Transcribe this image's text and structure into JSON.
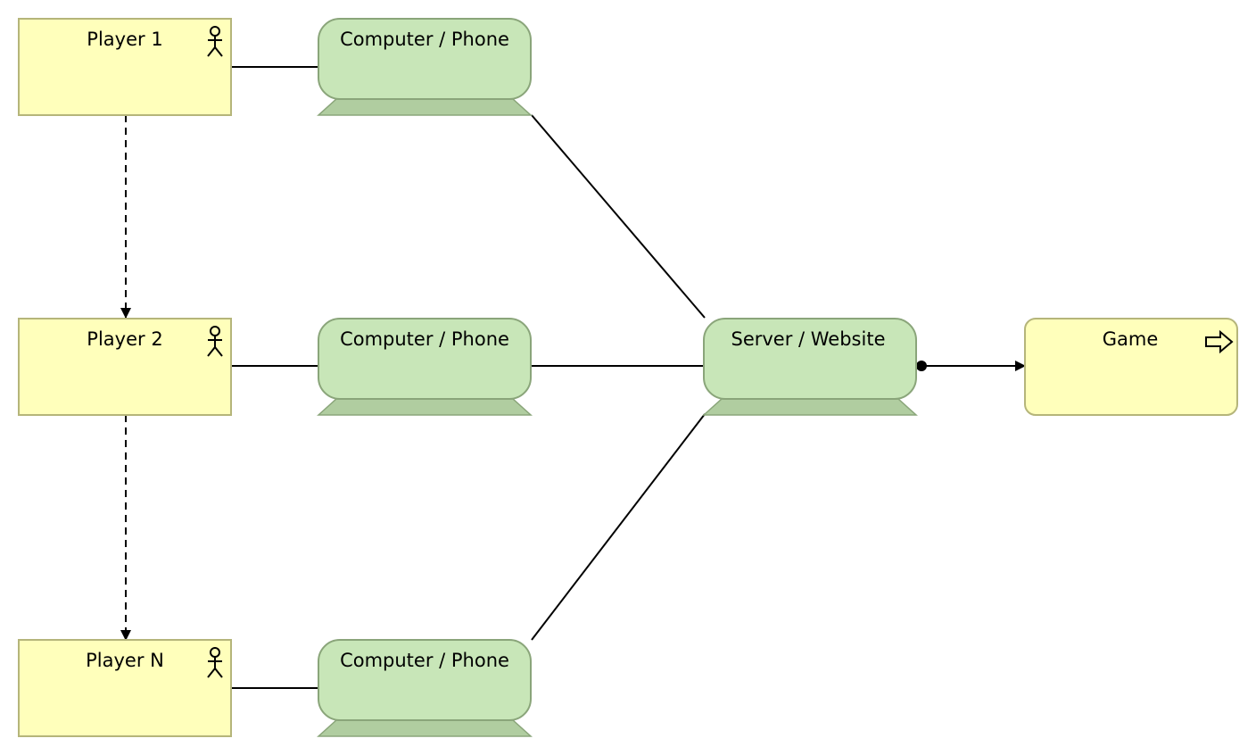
{
  "actors": [
    {
      "label": "Player 1",
      "icon": "person-icon"
    },
    {
      "label": "Player 2",
      "icon": "person-icon"
    },
    {
      "label": "Player N",
      "icon": "person-icon"
    }
  ],
  "devices": [
    {
      "label": "Computer / Phone"
    },
    {
      "label": "Computer / Phone"
    },
    {
      "label": "Computer / Phone"
    }
  ],
  "server": {
    "label": "Server / Website"
  },
  "service": {
    "label": "Game",
    "icon": "arrow-right-icon"
  },
  "colors": {
    "actor_fill": "#ffffbb",
    "actor_stroke": "#b5b57a",
    "device_fill": "#c8e6b8",
    "device_base": "#b0cda0",
    "device_stroke": "#8aa57a",
    "line": "#000000"
  }
}
